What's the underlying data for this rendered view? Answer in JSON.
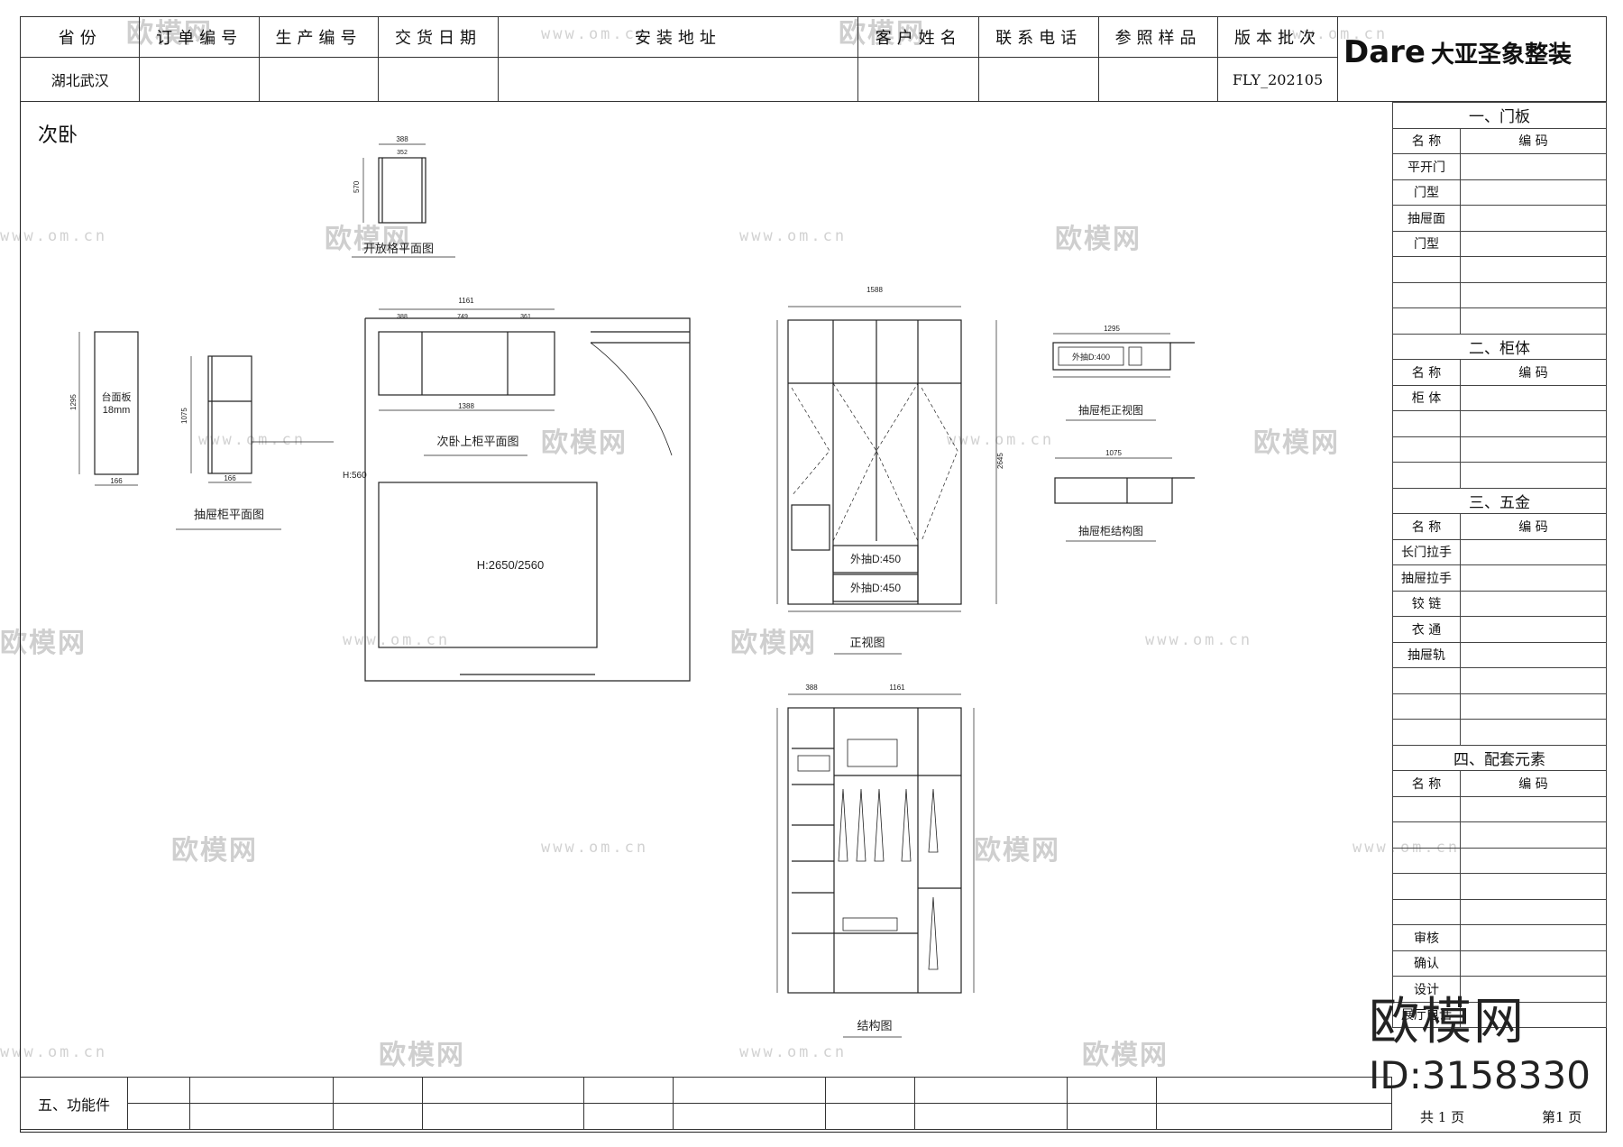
{
  "header": {
    "columns": [
      "省份",
      "订单编号",
      "生产编号",
      "交货日期",
      "安装地址",
      "客户姓名",
      "联系电话",
      "参照样品",
      "版本批次"
    ],
    "values": [
      "湖北武汉",
      "",
      "",
      "",
      "",
      "",
      "",
      "",
      "FLY_202105"
    ],
    "logo_brand": "Dare",
    "logo_cn": "大亚圣象整装"
  },
  "page_title": "次卧",
  "sidebar": {
    "sec1": "一、门板",
    "sec2": "二、柜体",
    "sec3": "三、五金",
    "sec4": "四、配套元素",
    "name_label": "名 称",
    "code_label": "编  码",
    "sec1_items": [
      "平开门",
      "门型",
      "抽屉面",
      "门型"
    ],
    "sec2_items": [
      "柜 体"
    ],
    "sec3_items": [
      "长门拉手",
      "抽屉拉手",
      "铰 链",
      "衣 通",
      "抽屉轨"
    ],
    "bottom": [
      "审核",
      "确认",
      "设计",
      "展厅电话"
    ]
  },
  "footer": {
    "label": "五、功能件",
    "total": "共 1 页",
    "page": "第1 页"
  },
  "drawings": {
    "open_shelf_plan": "开放格平面图",
    "drawer_plan": "抽屉柜平面图",
    "upper_cabinet_plan": "次卧上柜平面图",
    "front_view": "正视图",
    "structure_view": "结构图",
    "drawer_front": "抽屉柜正视图",
    "drawer_structure": "抽屉柜结构图",
    "countertop_label": "台面板",
    "countertop_thk": "18mm",
    "room_height": "H:2650/2560",
    "h560": "H:560",
    "drawer_d450": "外抽D:450",
    "drawer_d400": "外抽D:400"
  },
  "watermark": {
    "text": "欧模网",
    "url": "www.om.cn",
    "id": "ID:3158330"
  }
}
